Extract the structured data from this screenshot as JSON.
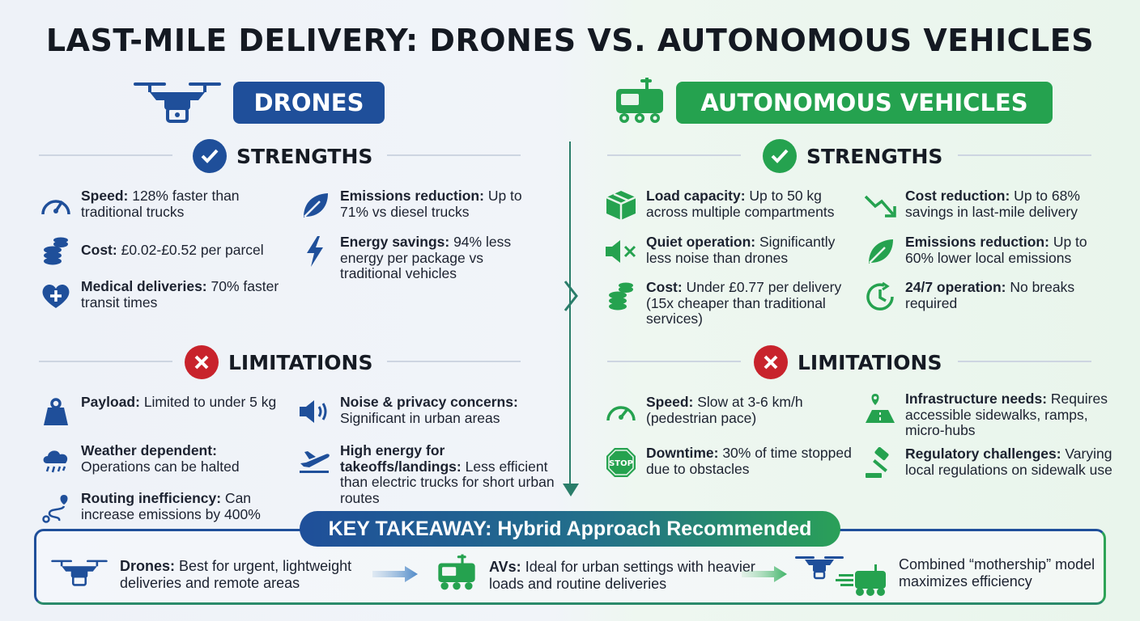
{
  "title": "LAST-MILE DELIVERY: DRONES VS. AUTONOMOUS VEHICLES",
  "colors": {
    "blue": "#1f4f9a",
    "green": "#25a24f",
    "red": "#c8232c"
  },
  "drones": {
    "label": "DRONES",
    "strengths": {
      "heading": "STRENGTHS",
      "items": [
        {
          "icon": "speedometer-icon",
          "bold": "Speed:",
          "text": " 128% faster than traditional trucks"
        },
        {
          "icon": "coins-icon",
          "bold": "Cost:",
          "text": " £0.02-£0.52 per parcel"
        },
        {
          "icon": "heart-plus-icon",
          "bold": "Medical deliveries:",
          "text": " 70% faster transit times"
        },
        {
          "icon": "leaf-icon",
          "bold": "Emissions reduction:",
          "text": " Up to 71% vs diesel trucks"
        },
        {
          "icon": "lightning-icon",
          "bold": "Energy savings:",
          "text": " 94% less energy per package vs traditional vehicles"
        }
      ]
    },
    "limitations": {
      "heading": "LIMITATIONS",
      "items": [
        {
          "icon": "weight-icon",
          "bold": "Payload:",
          "text": " Limited to under 5 kg"
        },
        {
          "icon": "rain-cloud-icon",
          "bold": "Weather dependent:",
          "text": " Operations can be halted"
        },
        {
          "icon": "route-icon",
          "bold": "Routing inefficiency:",
          "text": " Can increase emissions by 400%"
        },
        {
          "icon": "speaker-icon",
          "bold": "Noise & privacy concerns:",
          "text": " Significant in urban areas"
        },
        {
          "icon": "airplane-icon",
          "bold": "High energy for takeoffs/landings:",
          "text": " Less efficient than electric trucks for short urban routes"
        }
      ]
    }
  },
  "avs": {
    "label": "AUTONOMOUS VEHICLES",
    "strengths": {
      "heading": "STRENGTHS",
      "items": [
        {
          "icon": "box-icon",
          "bold": "Load capacity:",
          "text": " Up to 50 kg across multiple compartments"
        },
        {
          "icon": "mute-icon",
          "bold": "Quiet operation:",
          "text": " Significantly less noise than drones"
        },
        {
          "icon": "coins-icon",
          "bold": "Cost:",
          "text": " Under £0.77 per delivery (15x cheaper than traditional services)"
        },
        {
          "icon": "trend-down-icon",
          "bold": "Cost reduction:",
          "text": " Up to 68% savings in last-mile delivery"
        },
        {
          "icon": "leaf-icon",
          "bold": "Emissions reduction:",
          "text": " Up to 60% lower local emissions"
        },
        {
          "icon": "clock-icon",
          "bold": "24/7 operation:",
          "text": " No breaks required"
        }
      ]
    },
    "limitations": {
      "heading": "LIMITATIONS",
      "items": [
        {
          "icon": "speedometer-icon",
          "bold": "Speed:",
          "text": " Slow at 3-6 km/h (pedestrian pace)"
        },
        {
          "icon": "stop-sign-icon",
          "bold": "Downtime:",
          "text": " 30% of time stopped due to obstacles"
        },
        {
          "icon": "map-road-icon",
          "bold": "Infrastructure needs:",
          "text": " Requires accessible sidewalks, ramps, micro-hubs"
        },
        {
          "icon": "gavel-icon",
          "bold": "Regulatory challenges:",
          "text": " Varying local regulations on sidewalk use"
        }
      ],
      "stop_text": "STOP"
    }
  },
  "takeaway": {
    "heading": "KEY TAKEAWAY: Hybrid Approach Recommended",
    "items": [
      {
        "bold": "Drones:",
        "text": " Best for urgent, lightweight deliveries and remote areas"
      },
      {
        "bold": "AVs:",
        "text": " Ideal for urban settings with heavier loads and routine deliveries"
      },
      {
        "bold": "",
        "text": "Combined “mothership” model maximizes efficiency"
      }
    ]
  }
}
